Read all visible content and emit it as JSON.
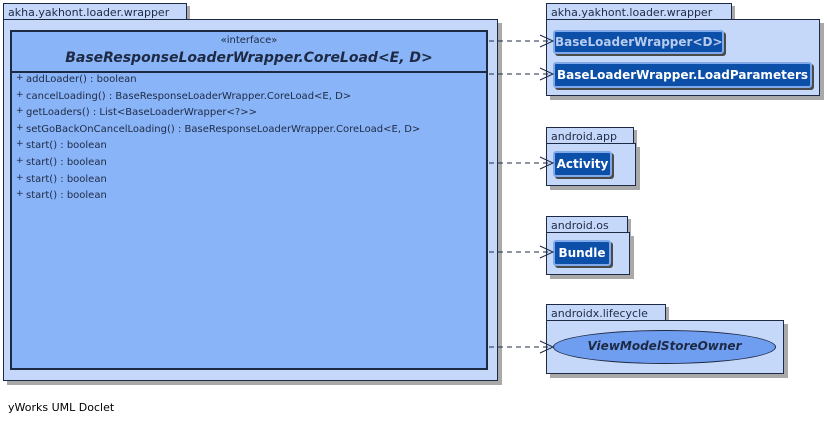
{
  "packages": {
    "main": "akha.yakhont.loader.wrapper",
    "loader": "akha.yakhont.loader.wrapper",
    "app": "android.app",
    "os": "android.os",
    "lifecycle": "androidx.lifecycle"
  },
  "interface": {
    "stereotype": "«interface»",
    "name": "BaseResponseLoaderWrapper.CoreLoad<E, D>",
    "methods": [
      "addLoader() : boolean",
      "cancelLoading() : BaseResponseLoaderWrapper.CoreLoad<E, D>",
      "getLoaders() : List<BaseLoaderWrapper<?>>",
      "setGoBackOnCancelLoading() : BaseResponseLoaderWrapper.CoreLoad<E, D>",
      "start() : boolean",
      "start() : boolean",
      "start() : boolean",
      "start() : boolean"
    ],
    "visibility": "+"
  },
  "classes": {
    "base_loader_wrapper": "BaseLoaderWrapper<D>",
    "load_parameters": "BaseLoaderWrapper.LoadParameters",
    "activity": "Activity",
    "bundle": "Bundle",
    "view_model_store_owner": "ViewModelStoreOwner"
  },
  "footer": "yWorks UML Doclet",
  "colors": {
    "package_fill": "#c6d8fa",
    "interface_fill": "#89b4f8",
    "class_fill": "#0b4fa8",
    "outline": "#1e2a44"
  }
}
